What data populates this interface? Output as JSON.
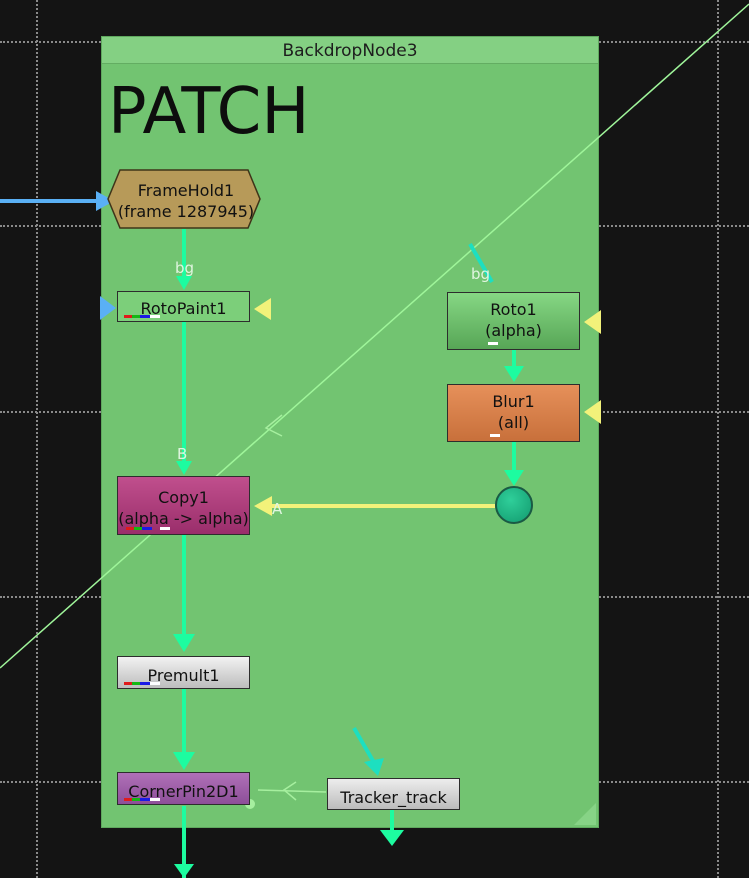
{
  "backdrop": {
    "title": "BackdropNode3",
    "label": "PATCH"
  },
  "nodes": {
    "framehold": {
      "name": "FrameHold1",
      "sub": "(frame 1287945)"
    },
    "rotopaint": {
      "name": "RotoPaint1"
    },
    "roto": {
      "name": "Roto1",
      "sub": "(alpha)"
    },
    "blur": {
      "name": "Blur1",
      "sub": "(all)"
    },
    "copy": {
      "name": "Copy1",
      "sub": "(alpha -> alpha)"
    },
    "premult": {
      "name": "Premult1"
    },
    "cornerpin": {
      "name": "CornerPin2D1"
    },
    "tracker": {
      "name": "Tracker_track"
    }
  },
  "inputs": {
    "bg": "bg",
    "bg2": "bg",
    "b": "B",
    "a": "A"
  },
  "colors": {
    "wire": "#1dfca0",
    "mask_wire": "#f2f27a",
    "input_wire": "#5ab0f5",
    "backdrop": "#72c471"
  }
}
